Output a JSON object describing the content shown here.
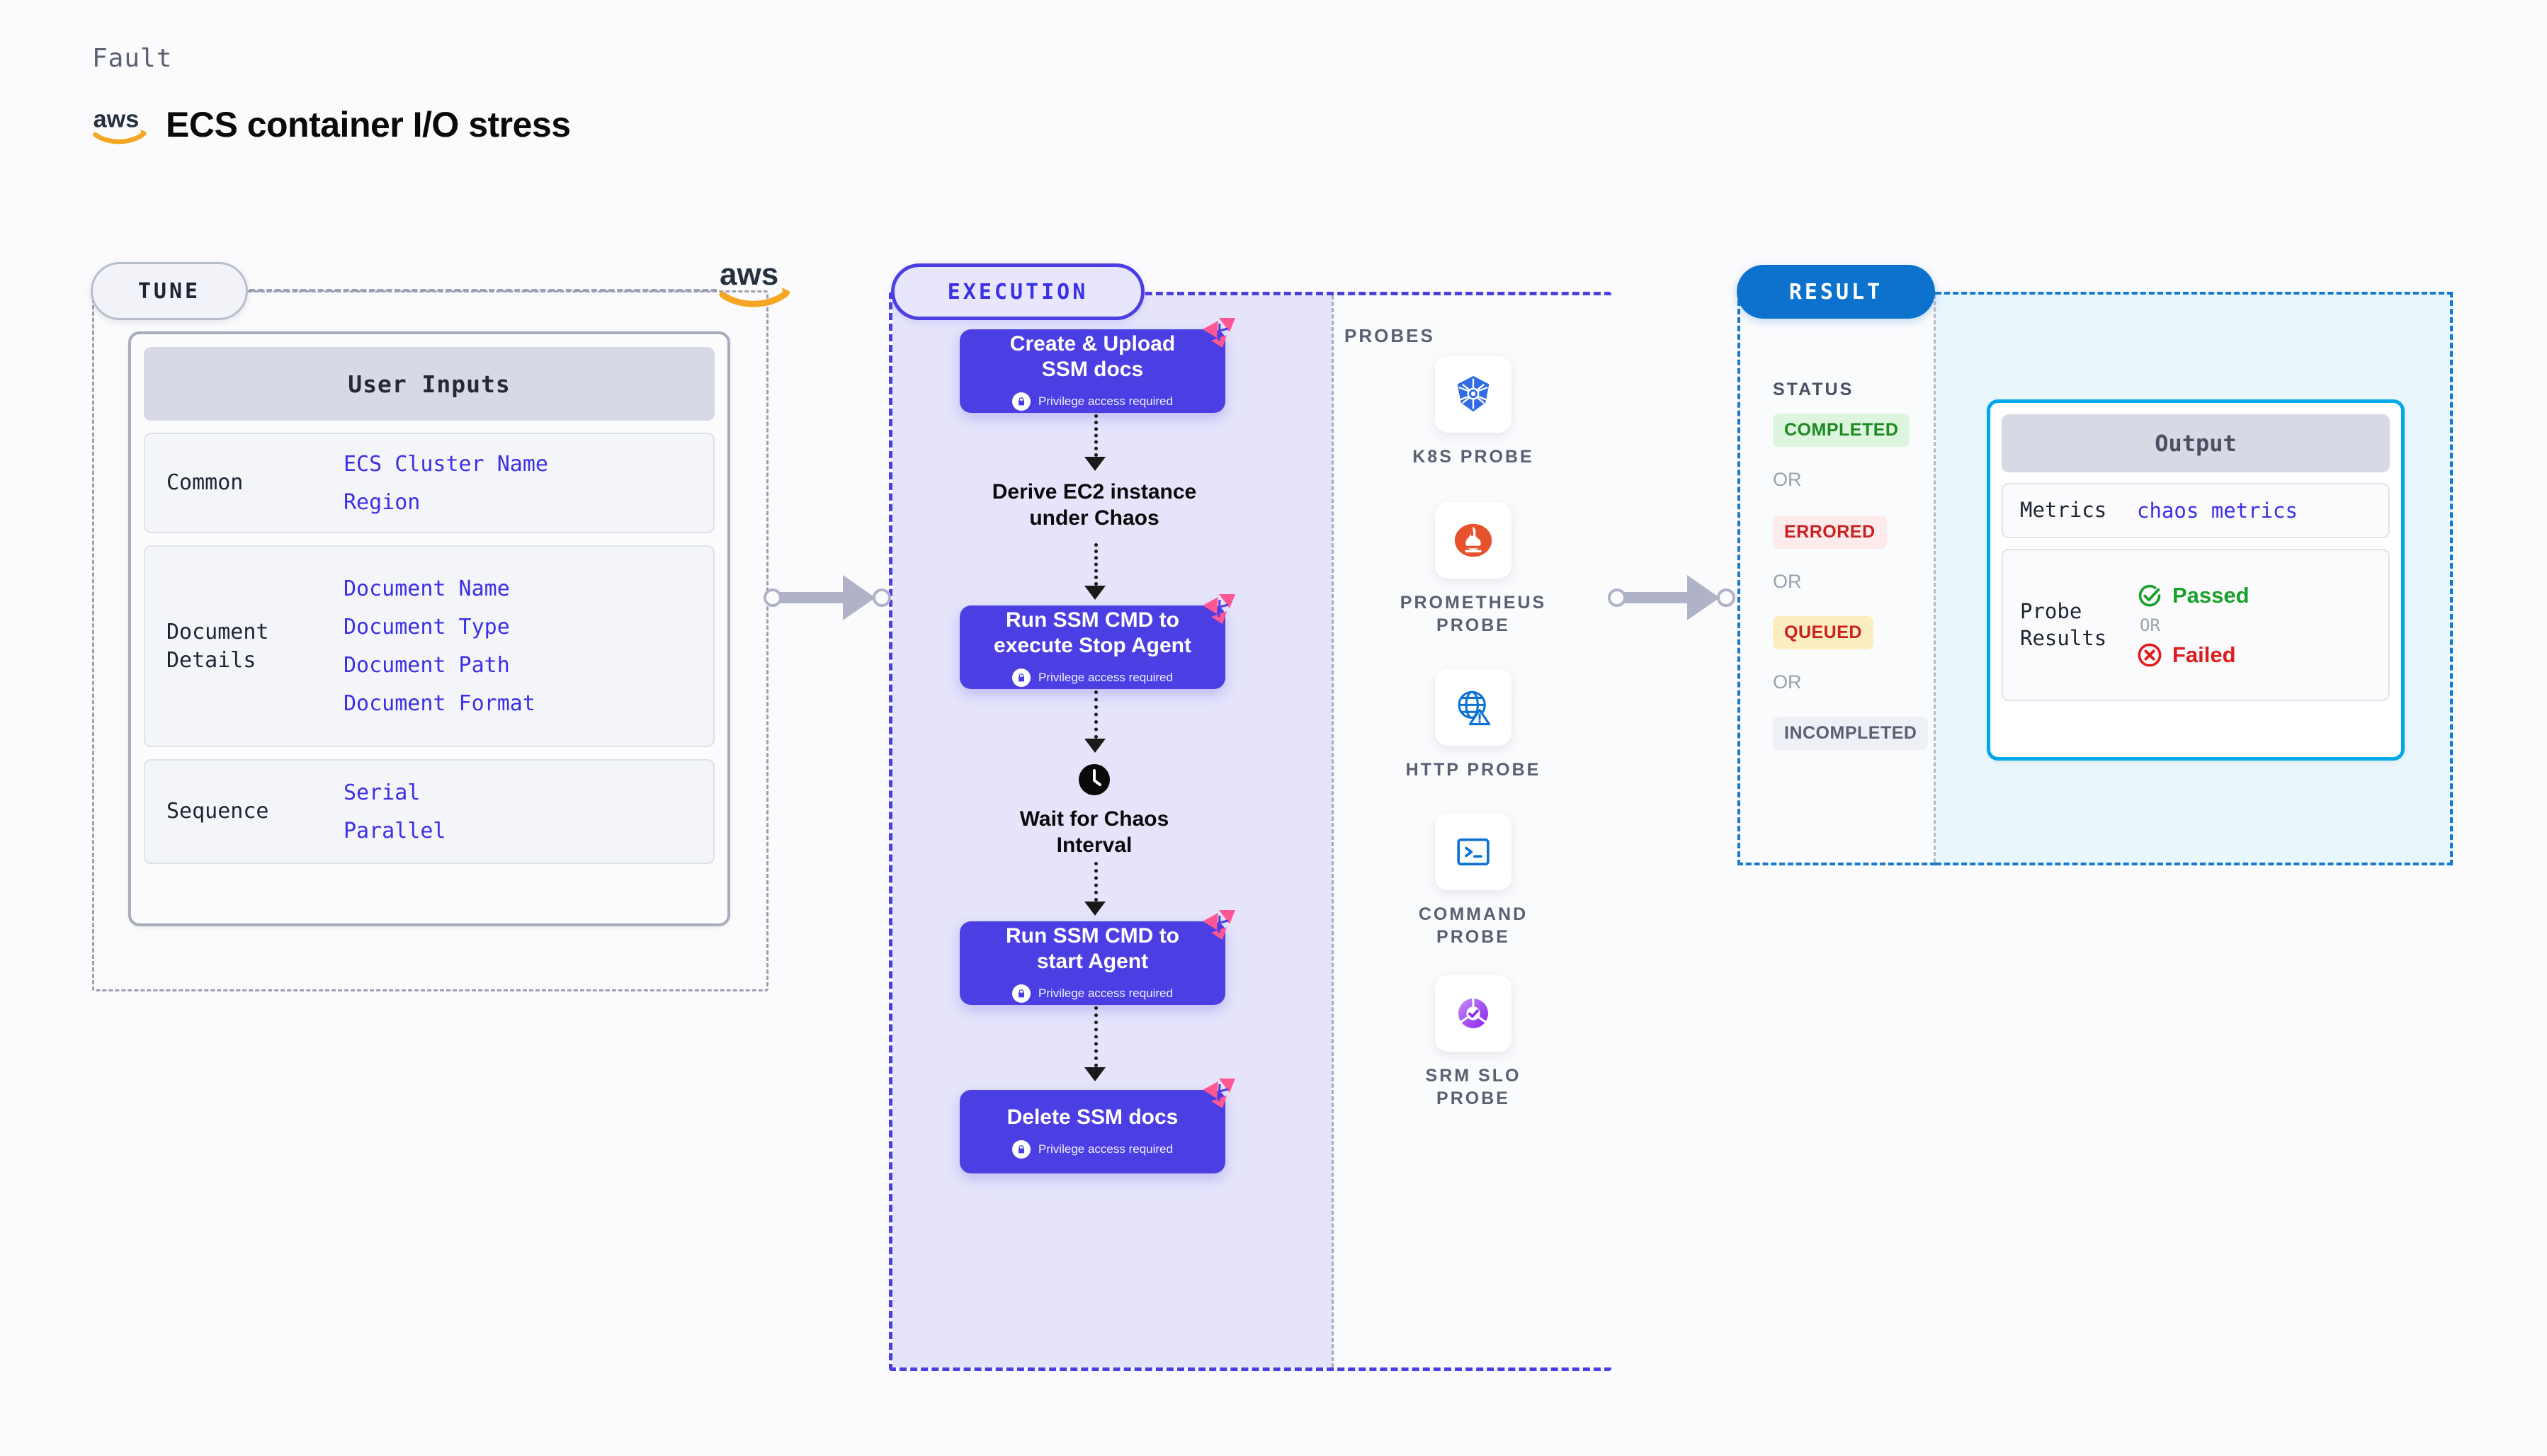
{
  "header": {
    "kicker": "Fault",
    "title": "ECS container I/O stress",
    "logo_icon": "aws-logo"
  },
  "tune": {
    "pill_label": "TUNE",
    "provider_logo_icon": "aws-logo",
    "card_title": "User Inputs",
    "groups": [
      {
        "label": "Common",
        "values": [
          "ECS Cluster Name",
          "Region"
        ]
      },
      {
        "label": "Document\nDetails",
        "label_line1": "Document",
        "label_line2": "Details",
        "values": [
          "Document Name",
          "Document Type",
          "Document Path",
          "Document Format"
        ]
      },
      {
        "label": "Sequence",
        "values": [
          "Serial",
          "Parallel"
        ]
      }
    ]
  },
  "execution": {
    "pill_label": "EXECUTION",
    "nodes": [
      {
        "type": "action",
        "title_line1": "Create & Upload",
        "title_line2": "SSM docs",
        "privilege": "Privilege access required",
        "badge_icon": "litmus-logo",
        "lock_icon": "lock-icon"
      },
      {
        "type": "plain",
        "title_line1": "Derive EC2 instance",
        "title_line2": "under Chaos"
      },
      {
        "type": "action",
        "title_line1": "Run SSM CMD to",
        "title_line2": "execute Stop Agent",
        "privilege": "Privilege access required",
        "badge_icon": "litmus-logo",
        "lock_icon": "lock-icon"
      },
      {
        "type": "wait",
        "title_line1": "Wait for Chaos",
        "title_line2": "Interval",
        "icon": "clock-icon"
      },
      {
        "type": "action",
        "title_line1": "Run SSM CMD to",
        "title_line2": "start Agent",
        "privilege": "Privilege access required",
        "badge_icon": "litmus-logo",
        "lock_icon": "lock-icon"
      },
      {
        "type": "action",
        "title_line1": "Delete SSM docs",
        "title_line2": "",
        "privilege": "Privilege access required",
        "badge_icon": "litmus-logo",
        "lock_icon": "lock-icon"
      }
    ]
  },
  "probes": {
    "title": "PROBES",
    "items": [
      {
        "label_line1": "K8S  PROBE",
        "label_line2": "",
        "icon": "kubernetes-icon"
      },
      {
        "label_line1": "PROMETHEUS",
        "label_line2": "PROBE",
        "icon": "prometheus-icon"
      },
      {
        "label_line1": "HTTP PROBE",
        "label_line2": "",
        "icon": "http-globe-warning-icon"
      },
      {
        "label_line1": "COMMAND",
        "label_line2": "PROBE",
        "icon": "terminal-icon"
      },
      {
        "label_line1": "SRM SLO",
        "label_line2": "PROBE",
        "icon": "srm-slo-icon"
      }
    ]
  },
  "result": {
    "pill_label": "RESULT",
    "status_title": "STATUS",
    "or_label": "OR",
    "statuses": [
      {
        "label": "COMPLETED",
        "bg": "#ddf5df",
        "color": "#1b8a1f"
      },
      {
        "label": "ERRORED",
        "bg": "#fdeaea",
        "color": "#cc1f1f"
      },
      {
        "label": "QUEUED",
        "bg": "#fdeec2",
        "color": "#cc1f1f"
      },
      {
        "label": "INCOMPLETED",
        "bg": "#eef0f6",
        "color": "#5a6072"
      }
    ],
    "output": {
      "title": "Output",
      "metrics_label": "Metrics",
      "metrics_value": "chaos metrics",
      "probe_label_line1": "Probe",
      "probe_label_line2": "Results",
      "passed_label": "Passed",
      "failed_label": "Failed",
      "or_label": "OR",
      "passed_icon": "check-circle-icon",
      "failed_icon": "x-circle-icon",
      "passed_color": "#18a02a",
      "failed_color": "#e01b1b"
    }
  },
  "colors": {
    "execution_purple": "#4b3fe4",
    "result_blue": "#0d72cd",
    "output_cyan": "#00a8e8",
    "litmus_pink": "#ff5694",
    "aws_orange": "#f5a623"
  }
}
